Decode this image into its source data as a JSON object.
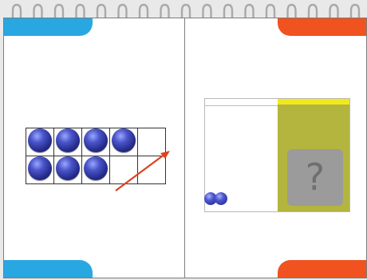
{
  "colors": {
    "left_tab": "#29a7e1",
    "right_tab": "#f0531f",
    "ball": "#2b3199",
    "arrow": "#e0411f",
    "answer_panel": "#b3b53e",
    "answer_panel_top": "#f1ea1a"
  },
  "left_page": {
    "ten_frame": {
      "cells": 10,
      "filled": 7,
      "empty_with_arrow": 1
    }
  },
  "right_page": {
    "small_balls": 2,
    "question_card": {
      "symbol": "?"
    }
  },
  "icons": [
    "spiral-binding-icon",
    "arrow-icon",
    "question-mark-icon"
  ]
}
